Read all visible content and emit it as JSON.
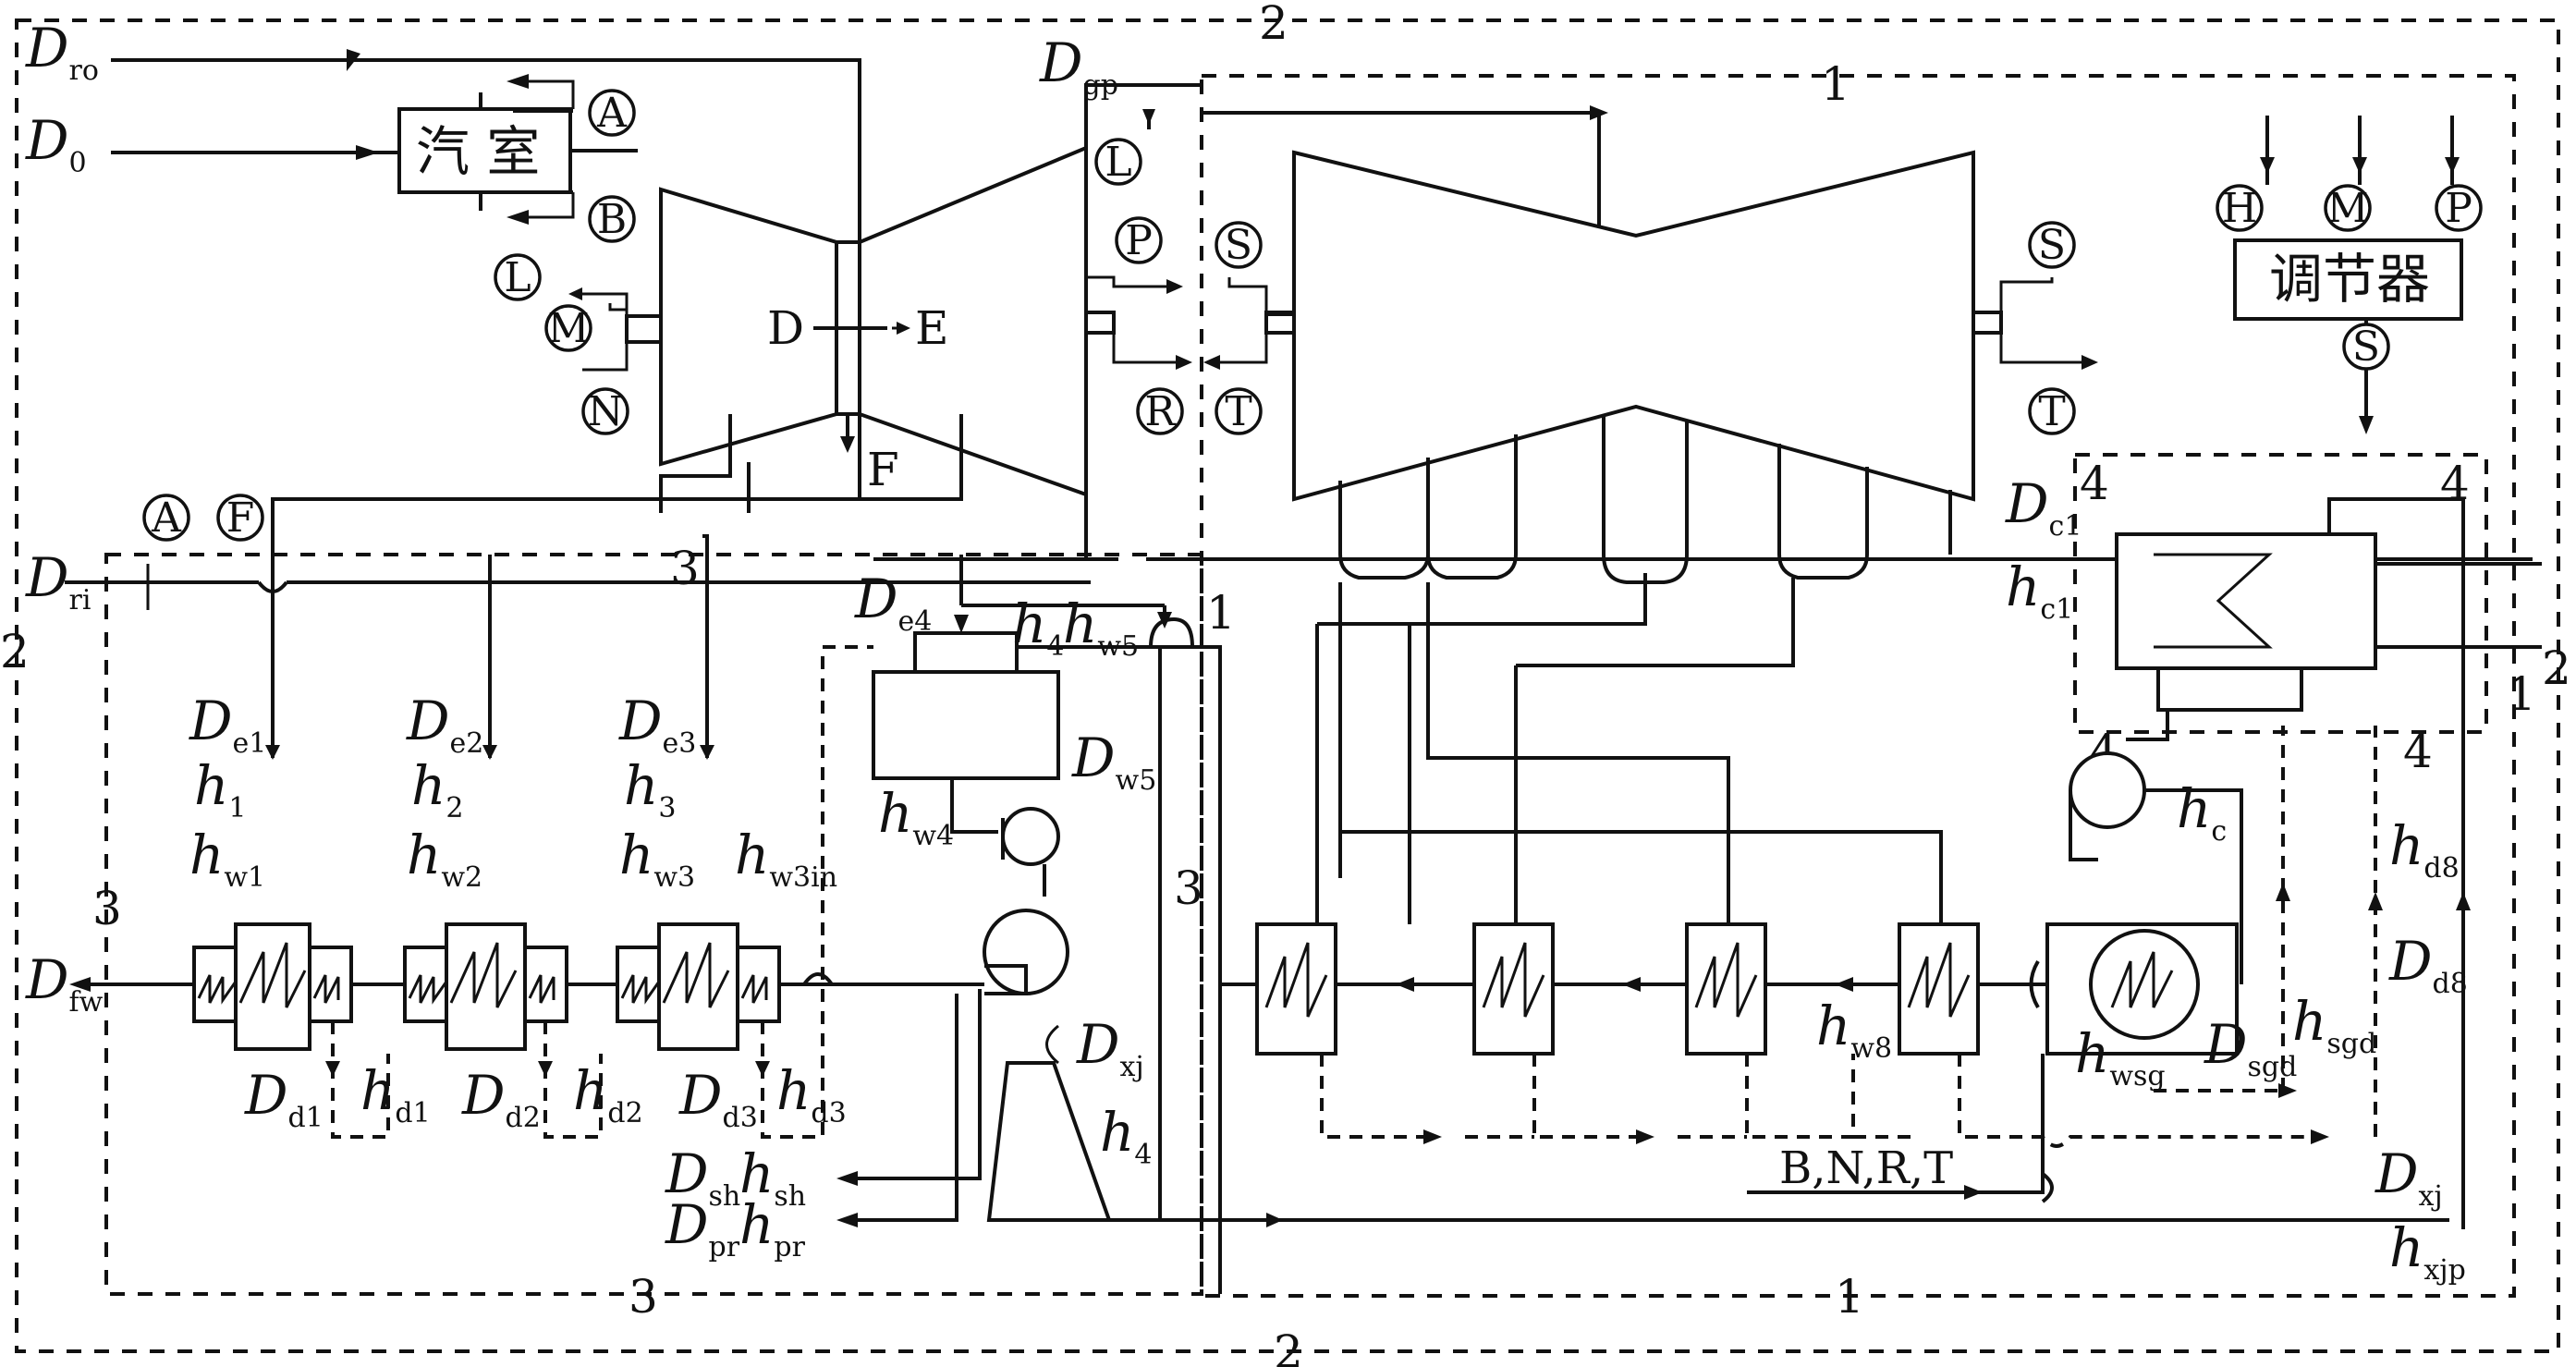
{
  "flows": {
    "D_ro": {
      "m": "D",
      "s": "ro"
    },
    "D_0": {
      "m": "D",
      "s": "0"
    },
    "D_gp": {
      "m": "D",
      "s": "gp"
    },
    "D_ri": {
      "m": "D",
      "s": "ri"
    },
    "D_e1": {
      "m": "D",
      "s": "e1"
    },
    "D_e2": {
      "m": "D",
      "s": "e2"
    },
    "D_e3": {
      "m": "D",
      "s": "e3"
    },
    "D_e4": {
      "m": "D",
      "s": "e4"
    },
    "h_1": {
      "m": "h",
      "s": "1"
    },
    "h_2": {
      "m": "h",
      "s": "2"
    },
    "h_3": {
      "m": "h",
      "s": "3"
    },
    "h_4a": {
      "m": "h",
      "s": "4"
    },
    "h_4b": {
      "m": "h",
      "s": "4"
    },
    "h_w1": {
      "m": "h",
      "s": "w1"
    },
    "h_w2": {
      "m": "h",
      "s": "w2"
    },
    "h_w3": {
      "m": "h",
      "s": "w3"
    },
    "h_w3in": {
      "m": "h",
      "s": "w3in"
    },
    "h_w4": {
      "m": "h",
      "s": "w4"
    },
    "h_w5": {
      "m": "h",
      "s": "w5"
    },
    "D_w5": {
      "m": "D",
      "s": "w5"
    },
    "D_fw": {
      "m": "D",
      "s": "fw"
    },
    "D_d1": {
      "m": "D",
      "s": "d1"
    },
    "D_d2": {
      "m": "D",
      "s": "d2"
    },
    "D_d3": {
      "m": "D",
      "s": "d3"
    },
    "h_d1": {
      "m": "h",
      "s": "d1"
    },
    "h_d2": {
      "m": "h",
      "s": "d2"
    },
    "h_d3": {
      "m": "h",
      "s": "d3"
    },
    "D_xj": {
      "m": "D",
      "s": "xj"
    },
    "D_xj2": {
      "m": "D",
      "s": "xj"
    },
    "D_sh": {
      "m": "D",
      "s": "sh"
    },
    "h_sh": {
      "m": "h",
      "s": "sh"
    },
    "D_pr": {
      "m": "D",
      "s": "pr"
    },
    "h_pr": {
      "m": "h",
      "s": "pr"
    },
    "D_c1": {
      "m": "D",
      "s": "c1"
    },
    "h_c1": {
      "m": "h",
      "s": "c1"
    },
    "h_c": {
      "m": "h",
      "s": "c"
    },
    "h_d8": {
      "m": "h",
      "s": "d8"
    },
    "D_d8": {
      "m": "D",
      "s": "d8"
    },
    "h_w8": {
      "m": "h",
      "s": "w8"
    },
    "h_wsg": {
      "m": "h",
      "s": "wsg"
    },
    "D_sgd": {
      "m": "D",
      "s": "sgd"
    },
    "h_sgd": {
      "m": "h",
      "s": "sgd"
    },
    "h_xjp": {
      "m": "h",
      "s": "xjp"
    }
  },
  "components": {
    "steam_chest": "汽 室",
    "regulator": "调节器",
    "bnrt": "B,N,R,T",
    "D_label": "D",
    "E_label": "E",
    "F_label": "F"
  },
  "circles": {
    "A1": "A",
    "B1": "B",
    "L1": "L",
    "M1": "M",
    "N1": "N",
    "L2": "L",
    "P1": "P",
    "R1": "R",
    "S1": "S",
    "T1": "T",
    "S2": "S",
    "T2": "T",
    "H3": "H",
    "M3": "M",
    "P3": "P",
    "S3": "S",
    "A2": "A",
    "F2": "F"
  },
  "regions": {
    "r2_top": "2",
    "r2_left": "2",
    "r2_right": "2",
    "r2_bottom": "2",
    "r1_top": "1",
    "r1_bottom": "1",
    "r1_right": "1",
    "r1_mid": "1",
    "r3_a": "3",
    "r3_b": "3",
    "r3_c": "3",
    "r3_d": "3",
    "r4_a": "4",
    "r4_b": "4",
    "r4_c": "4",
    "r4_d": "4"
  }
}
